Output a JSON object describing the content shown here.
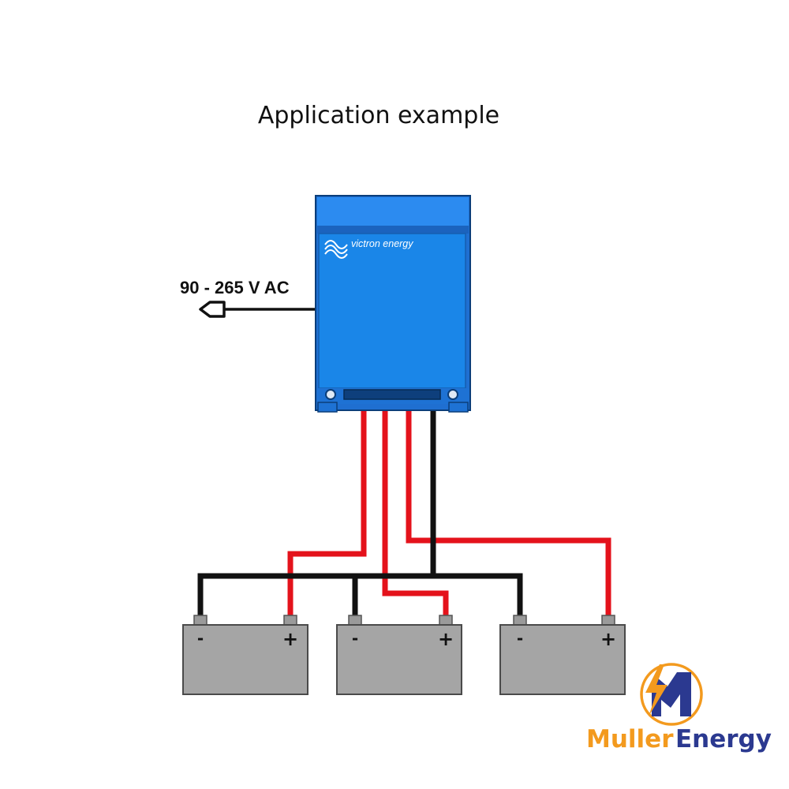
{
  "title": "Application example",
  "ac_input_label": "90 - 265 V AC",
  "charger_brand": "victron energy",
  "battery_terminals": {
    "negative": "-",
    "positive": "+"
  },
  "logo": {
    "word1": "Muller",
    "word2": "Energy",
    "colors": {
      "orange": "#F39A1E",
      "navy": "#2B3990"
    }
  },
  "colors": {
    "charger_blue": "#1A86E8",
    "charger_top": "#1F6FD1",
    "wire_red": "#E4121B",
    "wire_black": "#111111",
    "battery_gray": "#A5A5A5"
  }
}
